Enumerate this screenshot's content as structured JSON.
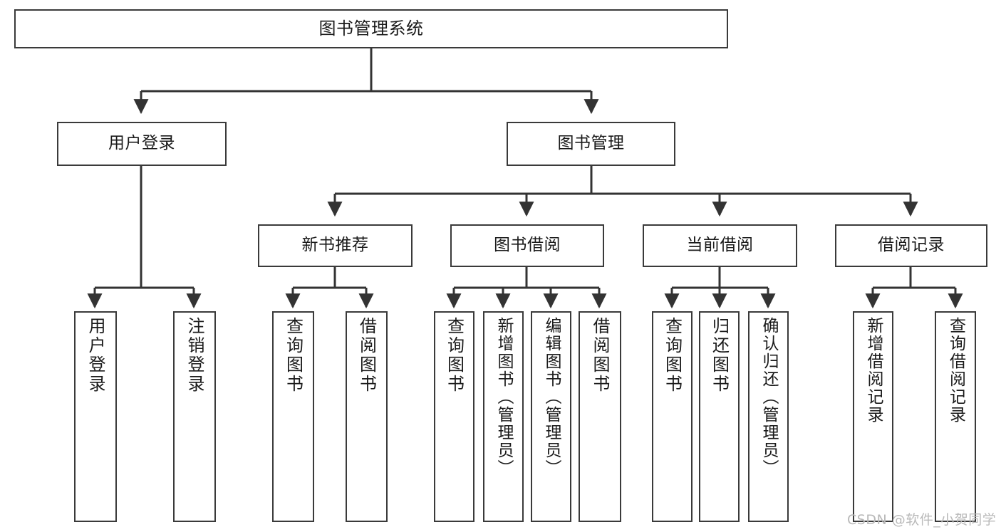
{
  "diagram": {
    "title": "图书管理系统",
    "type": "tree-hierarchy-chart",
    "root": {
      "label": "图书管理系统"
    },
    "level2": [
      {
        "label": "用户登录"
      },
      {
        "label": "图书管理"
      }
    ],
    "level3": [
      {
        "label": "新书推荐"
      },
      {
        "label": "图书借阅"
      },
      {
        "label": "当前借阅"
      },
      {
        "label": "借阅记录"
      }
    ],
    "leaves": {
      "user_login": [
        {
          "label": "用户登录"
        },
        {
          "label": "注销登录"
        }
      ],
      "new_book_recommend": [
        {
          "label": "查询图书"
        },
        {
          "label": "借阅图书"
        }
      ],
      "book_borrow": [
        {
          "label": "查询图书"
        },
        {
          "label": "新增图书（管理员）"
        },
        {
          "label": "编辑图书（管理员）"
        },
        {
          "label": "借阅图书"
        }
      ],
      "current_borrow": [
        {
          "label": "查询图书"
        },
        {
          "label": "归还图书"
        },
        {
          "label": "确认归还（管理员）"
        }
      ],
      "borrow_record": [
        {
          "label": "新增借阅记录"
        },
        {
          "label": "查询借阅记录"
        }
      ]
    }
  },
  "watermark": {
    "text": "CSDN @软件_小贺同学"
  },
  "colors": {
    "border": "#3a3a3a",
    "text": "#1a1a1a",
    "background": "#ffffff",
    "edge": "#333333",
    "watermark": "#b9b9b9"
  }
}
